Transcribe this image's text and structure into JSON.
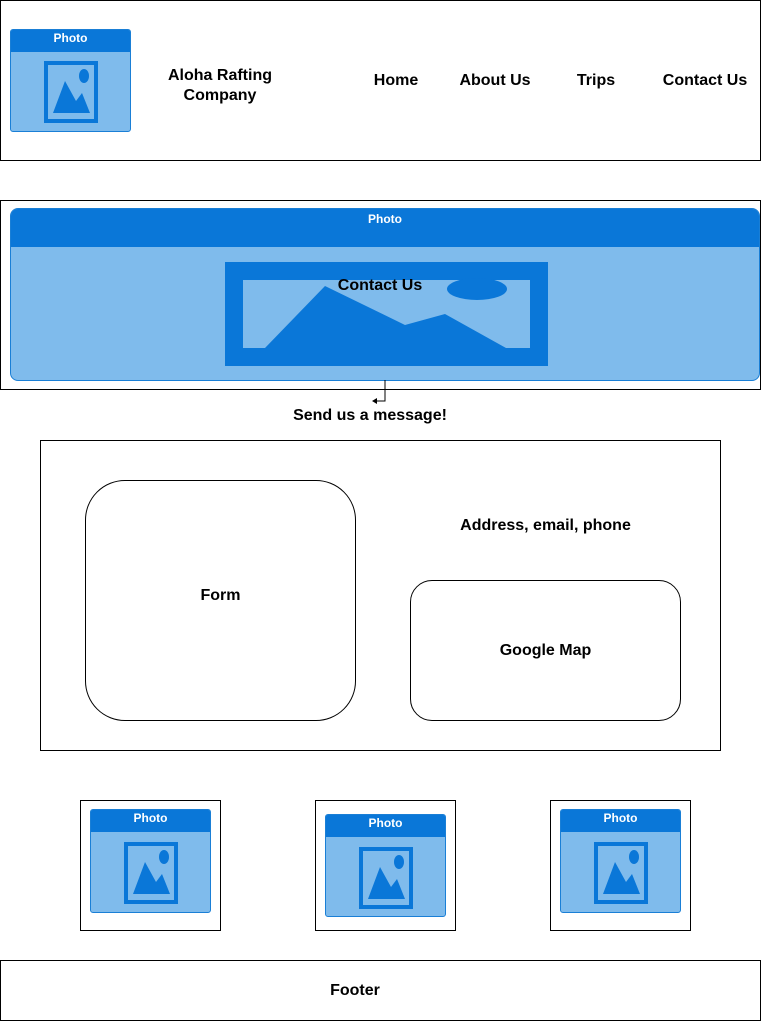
{
  "header": {
    "logo_caption": "Photo",
    "company_name_line1": "Aloha Rafting",
    "company_name_line2": "Company",
    "nav": [
      {
        "label": "Home"
      },
      {
        "label": "About Us"
      },
      {
        "label": "Trips"
      },
      {
        "label": "Contact Us"
      }
    ]
  },
  "hero": {
    "caption": "Photo",
    "title": "Contact Us"
  },
  "message_label": "Send us a message!",
  "content": {
    "form_label": "Form",
    "contact_info_label": "Address, email, phone",
    "map_label": "Google Map"
  },
  "gallery": [
    {
      "caption": "Photo"
    },
    {
      "caption": "Photo"
    },
    {
      "caption": "Photo"
    }
  ],
  "footer": {
    "label": "Footer"
  },
  "colors": {
    "photo_fill": "#7fbbec",
    "photo_dark": "#0a77d8"
  }
}
